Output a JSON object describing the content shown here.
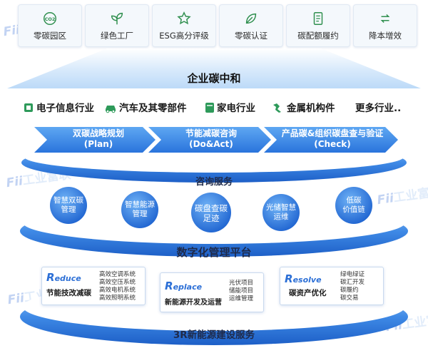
{
  "top_services": [
    {
      "label": "零碳园区",
      "icon": "co2-icon"
    },
    {
      "label": "绿色工厂",
      "icon": "leaf-icon"
    },
    {
      "label": "ESG高分评级",
      "icon": "star-icon"
    },
    {
      "label": "零碳认证",
      "icon": "certified-leaf-icon"
    },
    {
      "label": "碳配额履约",
      "icon": "document-icon"
    },
    {
      "label": "降本增效",
      "icon": "swap-icon"
    }
  ],
  "center_title": "企业碳中和",
  "industries": [
    {
      "label": "电子信息行业",
      "icon": "circuit-icon"
    },
    {
      "label": "汽车及其零部件",
      "icon": "car-icon"
    },
    {
      "label": "家电行业",
      "icon": "appliance-icon"
    },
    {
      "label": "金属机构件",
      "icon": "metal-icon"
    },
    {
      "label": "更多行业..",
      "icon": ""
    }
  ],
  "consult_steps": [
    {
      "title": "双碳战略规划",
      "sub": "(Plan)"
    },
    {
      "title": "节能减碳咨询",
      "sub": "(Do&Act)"
    },
    {
      "title": "产品碳&组织碳盘查与验证",
      "sub": "(Check)"
    }
  ],
  "layer1_label": "咨询服务",
  "platform_items": [
    {
      "line1": "智慧双碳",
      "line2": "管理"
    },
    {
      "line1": "智慧能源",
      "line2": "管理"
    },
    {
      "line1": "碳盘查碳",
      "line2": "足迹"
    },
    {
      "line1": "光储智慧",
      "line2": "运维"
    },
    {
      "line1": "低碳",
      "line2": "价值链"
    }
  ],
  "layer2_label": "数字化管理平台",
  "r3": [
    {
      "initial": "R",
      "rest": "educe",
      "subtitle": "节能技改减碳",
      "items": [
        "高效空调系统",
        "高效空压系统",
        "高效电机系统",
        "高效照明系统"
      ]
    },
    {
      "initial": "R",
      "rest": "eplace",
      "subtitle": "新能源开发及运营",
      "items": [
        "光伏项目",
        "储能项目",
        "运维管理"
      ]
    },
    {
      "initial": "R",
      "rest": "esolve",
      "subtitle": "碳资产优化",
      "items": [
        "绿电绿证",
        "碳汇开发",
        "碳履约",
        "碳交易"
      ]
    }
  ],
  "layer3_label": "3R新能源建设服务",
  "watermark": "工业富联",
  "colors": {
    "primary": "#2e7be0",
    "light": "#5ba4f0",
    "dark": "#1f5fc4"
  }
}
